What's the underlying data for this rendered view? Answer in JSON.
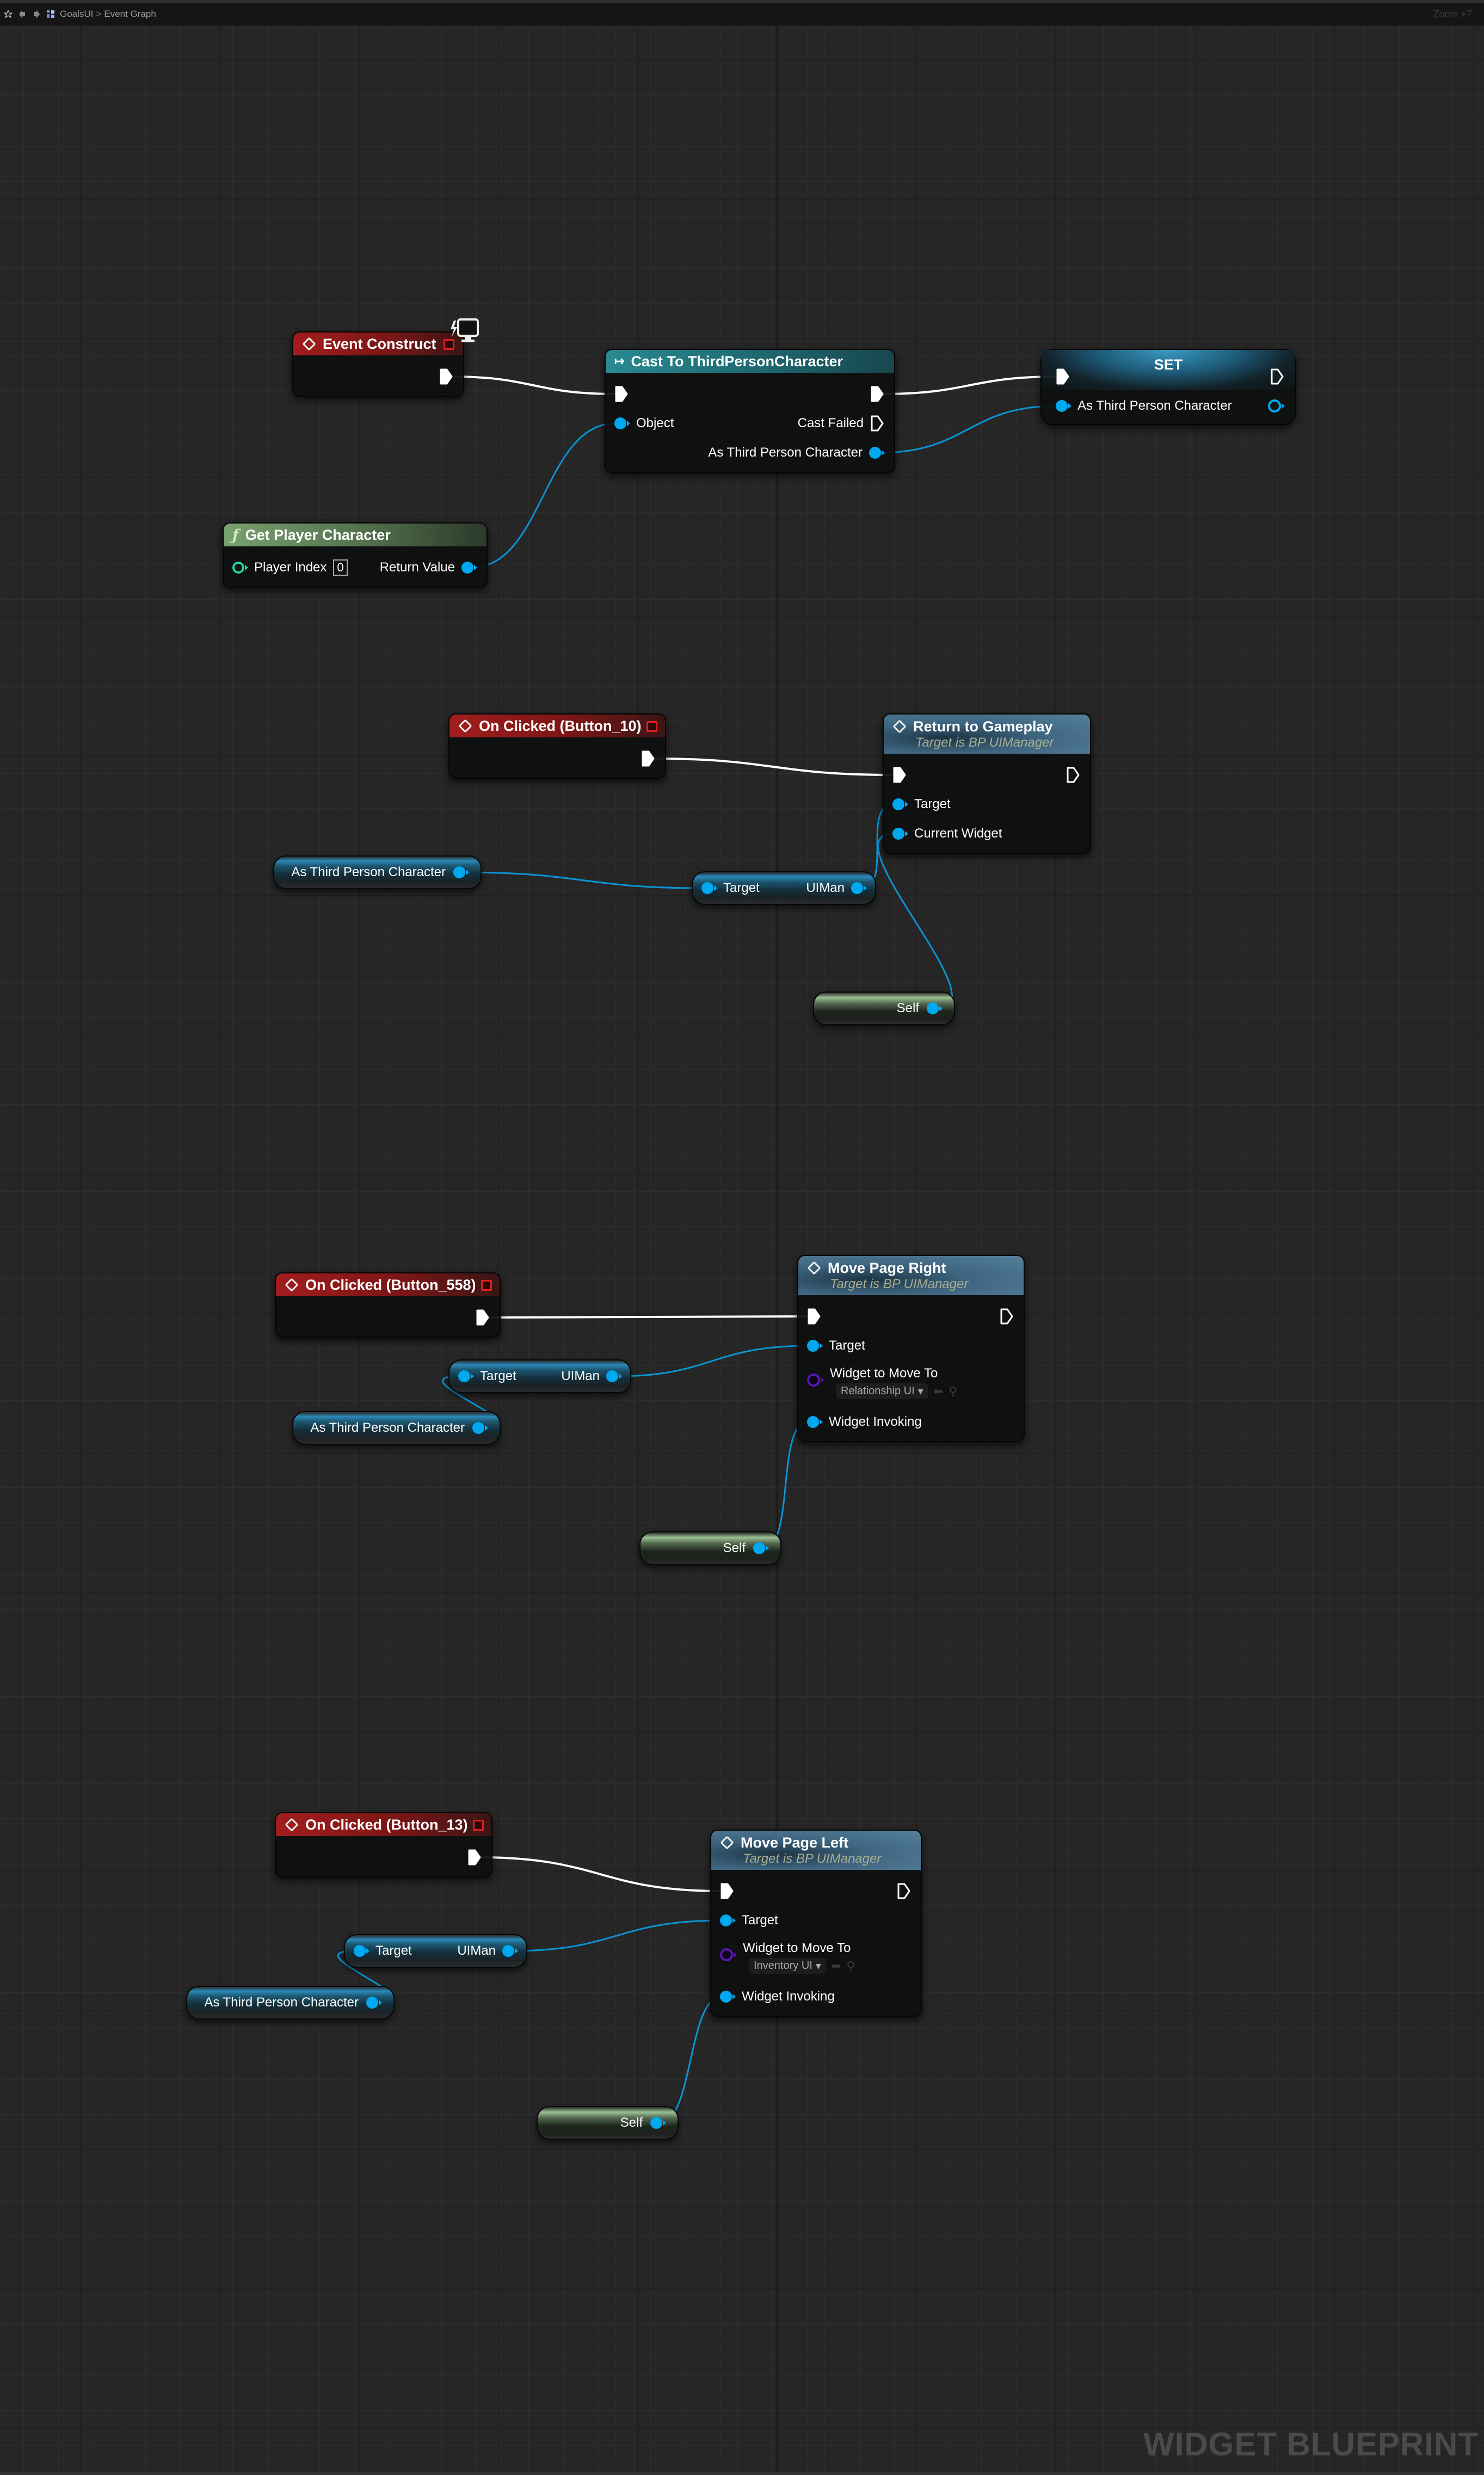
{
  "toolbar": {
    "breadcrumb_root": "GoalsUI",
    "breadcrumb_sep": ">",
    "breadcrumb_current": "Event Graph",
    "zoom": "Zoom +7"
  },
  "watermark": "WIDGET BLUEPRINT",
  "nodes": {
    "event_construct": {
      "title": "Event Construct"
    },
    "cast": {
      "title": "Cast To ThirdPersonCharacter",
      "object": "Object",
      "cast_failed": "Cast Failed",
      "as_tpc": "As Third Person Character"
    },
    "set": {
      "title": "SET",
      "as_tpc": "As Third Person Character"
    },
    "get_player_character": {
      "title": "Get Player Character",
      "player_index_label": "Player Index",
      "player_index_value": "0",
      "return_value": "Return Value"
    },
    "on_clicked_10": {
      "title": "On Clicked (Button_10)"
    },
    "return_to_gameplay": {
      "title": "Return to Gameplay",
      "subtitle": "Target is BP UIManager",
      "target": "Target",
      "current_widget": "Current Widget"
    },
    "var_atpc_1": {
      "label": "As Third Person Character"
    },
    "get_uiman_1": {
      "target": "Target",
      "output": "UIMan"
    },
    "self_1": {
      "label": "Self"
    },
    "on_clicked_558": {
      "title": "On Clicked (Button_558)"
    },
    "move_page_right": {
      "title": "Move Page Right",
      "subtitle": "Target is BP UIManager",
      "target": "Target",
      "widget_to_move_to": "Widget to Move To",
      "widget_value": "Relationship UI",
      "widget_invoking": "Widget Invoking"
    },
    "get_uiman_2": {
      "target": "Target",
      "output": "UIMan"
    },
    "var_atpc_2": {
      "label": "As Third Person Character"
    },
    "self_2": {
      "label": "Self"
    },
    "on_clicked_13": {
      "title": "On Clicked (Button_13)"
    },
    "move_page_left": {
      "title": "Move Page Left",
      "subtitle": "Target is BP UIManager",
      "target": "Target",
      "widget_to_move_to": "Widget to Move To",
      "widget_value": "Inventory UI",
      "widget_invoking": "Widget Invoking"
    },
    "get_uiman_3": {
      "target": "Target",
      "output": "UIMan"
    },
    "var_atpc_3": {
      "label": "As Third Person Character"
    },
    "self_3": {
      "label": "Self"
    }
  },
  "colors": {
    "exec_wire": "#ffffff",
    "object_wire": "#0a95d6",
    "event_header": "#a31d1d",
    "cast_header": "#2a8a92",
    "pure_function_header": "#7aa170",
    "function_header": "#56809b"
  }
}
